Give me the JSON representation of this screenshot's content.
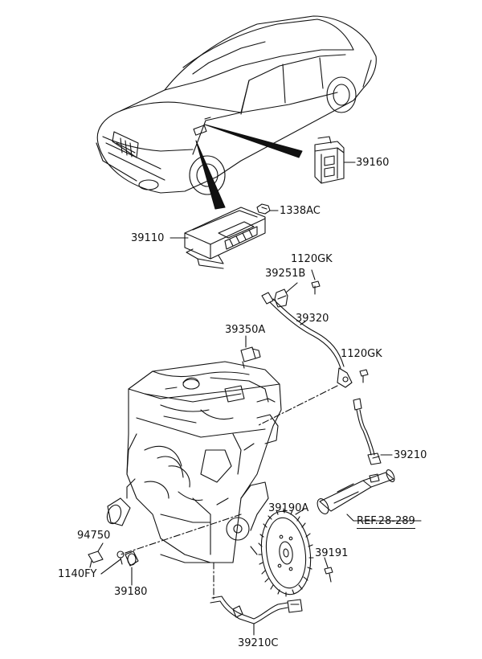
{
  "labels": {
    "p39160": "39160",
    "p1338AC": "1338AC",
    "p39110": "39110",
    "p1120GK_top": "1120GK",
    "p39251B": "39251B",
    "p39320": "39320",
    "p39350A": "39350A",
    "p1120GK_mid": "1120GK",
    "p39210": "39210",
    "p39190A": "39190A",
    "p94750": "94750",
    "p1140FY": "1140FY",
    "p39180": "39180",
    "p39191": "39191",
    "p39210C": "39210C"
  },
  "reference": "REF.28-289",
  "colors": {
    "line": "#111111",
    "background": "#ffffff"
  }
}
